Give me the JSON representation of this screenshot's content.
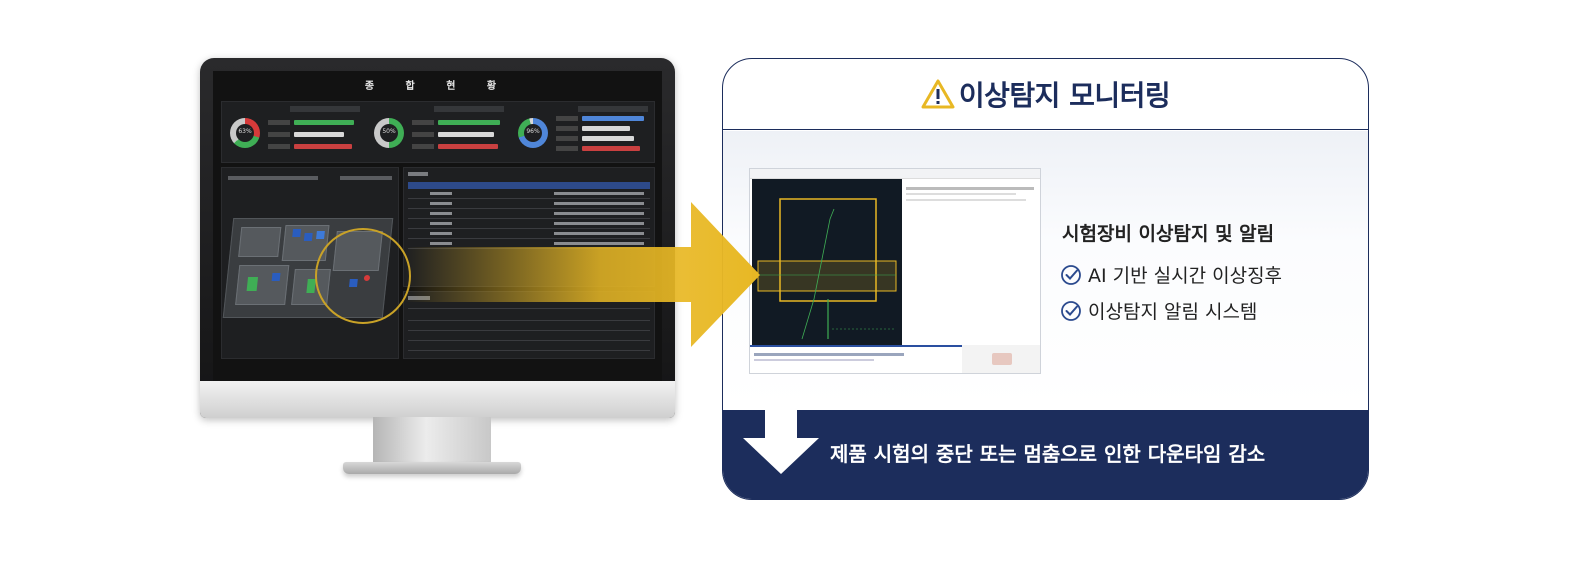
{
  "monitor": {
    "dashboard_title": "종 합 현 황",
    "kpis": [
      {
        "percent": "63%",
        "colors": [
          "#d63a3a",
          "#c9c9c9"
        ]
      },
      {
        "percent": "50%",
        "colors": [
          "#3fae55",
          "#c9c9c9"
        ]
      },
      {
        "percent": "96%",
        "colors": [
          "#4f86d9",
          "#d8d8d8"
        ]
      }
    ]
  },
  "card": {
    "title": "이상탐지 모니터링",
    "warning_icon": "warning-triangle-icon",
    "feature_title": "시험장비 이상탐지 및 알림",
    "features": [
      "AI 기반 실시간 이상징후",
      "이상탐지 알림 시스템"
    ],
    "footer_text": "제품 시험의 중단 또는 멈춤으로 인한 다운타임 감소"
  },
  "colors": {
    "navy": "#1c2d5c",
    "gold": "#e8b824",
    "check": "#2b4a8e"
  }
}
